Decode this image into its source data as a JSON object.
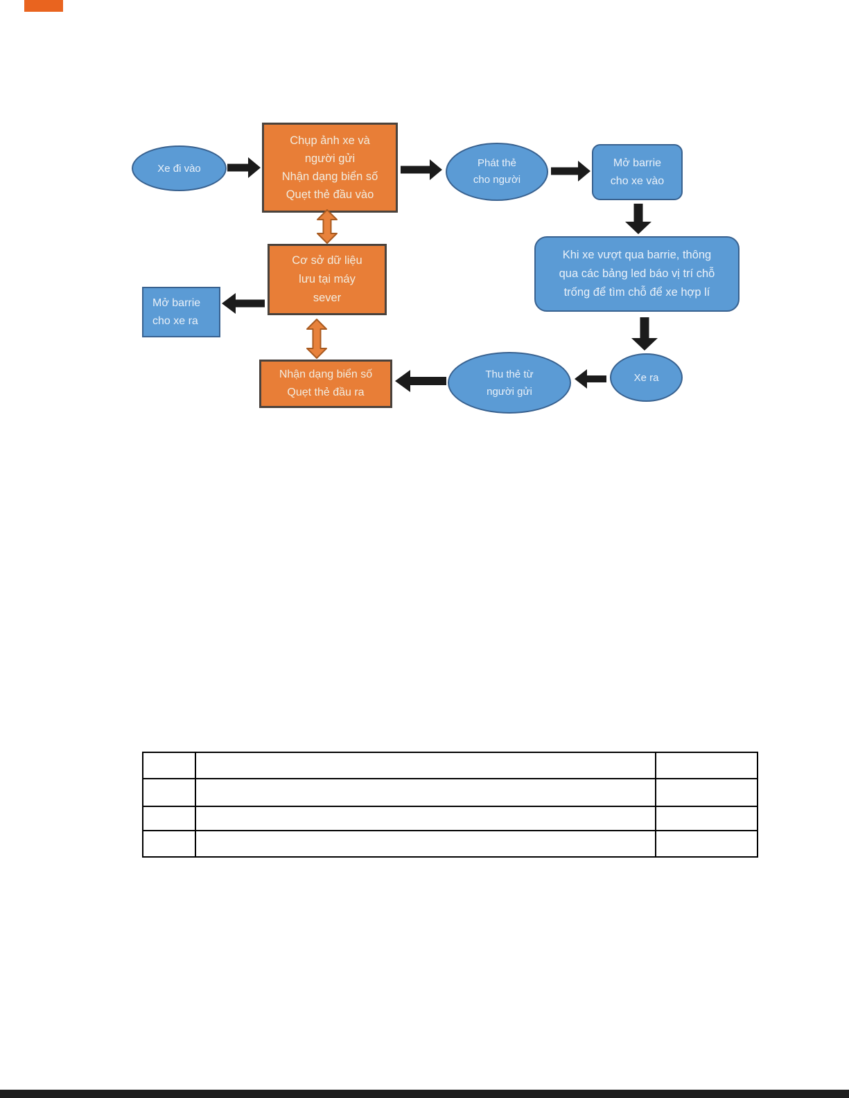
{
  "document": {
    "background": "#ffffff",
    "artifacts": {
      "top_left_block_color": "#e9641f",
      "bottom_bar_color": "#1e1e1e"
    }
  },
  "colors": {
    "orange_fill": "#e87e37",
    "orange_box_border": "#4a423c",
    "blue_fill": "#5b9bd5",
    "blue_border": "#38618f",
    "black_arrow": "#1b1b1b",
    "double_arrow_fill": "#e8823c",
    "double_arrow_border": "#a85a20",
    "text_on_orange": "#f2ecdf",
    "text_on_blue": "#eaf1f9"
  },
  "flowchart": {
    "entry_ellipse": "Xe đi vào",
    "capture_box": "Chụp ảnh xe và\nngười gửi\nNhận dạng biển số\nQuẹt thẻ đầu vào",
    "issue_card_ellipse": "Phát thẻ\ncho người",
    "open_barrier_in_box": "Mở barrie\ncho xe vào",
    "led_info_box": "Khi xe vượt qua barrie, thông\nqua các bảng led báo vị trí chỗ\ntrống để tìm chỗ để xe hợp lí",
    "database_box": "Cơ sở dữ liệu\nlưu tại máy\nsever",
    "open_barrier_out_box": "Mở barrie\ncho xe ra",
    "exit_ellipse": "Xe ra",
    "collect_card_ellipse": "Thu thẻ từ\nngười gửi",
    "recognize_out_box": "Nhận dạng biển số\nQuẹt thẻ đầu ra"
  },
  "table": {
    "rows": 4,
    "columns": 3,
    "cells": [
      [
        "",
        "",
        ""
      ],
      [
        "",
        "",
        ""
      ],
      [
        "",
        "",
        ""
      ],
      [
        "",
        "",
        ""
      ]
    ]
  }
}
